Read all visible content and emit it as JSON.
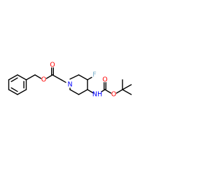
{
  "molecule": {
    "atoms": {
      "n1": "N",
      "f1": "F",
      "nh1": "NH",
      "o_ester_carbonyl": "O",
      "o_ester": "O",
      "o_boc_carbonyl": "O",
      "o_boc": "O"
    }
  },
  "colors": {
    "bond": "#000000",
    "nitrogen": "#0000ff",
    "oxygen": "#ff0000",
    "fluorine": "#7fb2cc"
  }
}
